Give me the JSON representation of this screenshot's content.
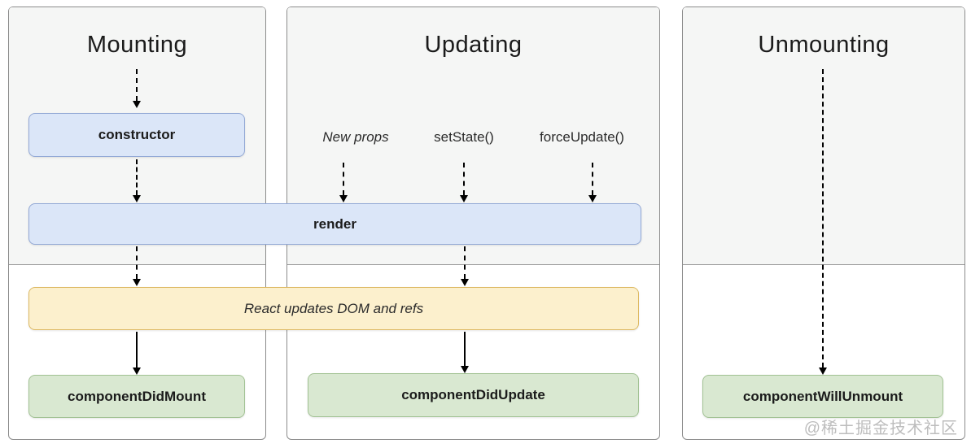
{
  "colors": {
    "panel_border": "#8c8c8c",
    "phase_bg": "#f5f6f5",
    "phase_divider": "#9a9a9a",
    "blue_fill": "#dbe6f8",
    "blue_border": "#93a9d6",
    "yellow_fill": "#fcf0cd",
    "yellow_border": "#ddb962",
    "green_fill": "#d9e8d1",
    "green_border": "#a2c294",
    "arrow": "#000000",
    "watermark": "#bdbdbd"
  },
  "panels": {
    "mounting": {
      "title": "Mounting"
    },
    "updating": {
      "title": "Updating",
      "triggers": [
        {
          "label": "New props"
        },
        {
          "label": "setState()"
        },
        {
          "label": "forceUpdate()"
        }
      ]
    },
    "unmounting": {
      "title": "Unmounting"
    }
  },
  "boxes": {
    "constructor": "constructor",
    "render": "render",
    "react_updates": "React updates DOM and refs",
    "component_did_mount": "componentDidMount",
    "component_did_update": "componentDidUpdate",
    "component_will_unmount": "componentWillUnmount"
  },
  "watermark": "@稀土掘金技术社区"
}
